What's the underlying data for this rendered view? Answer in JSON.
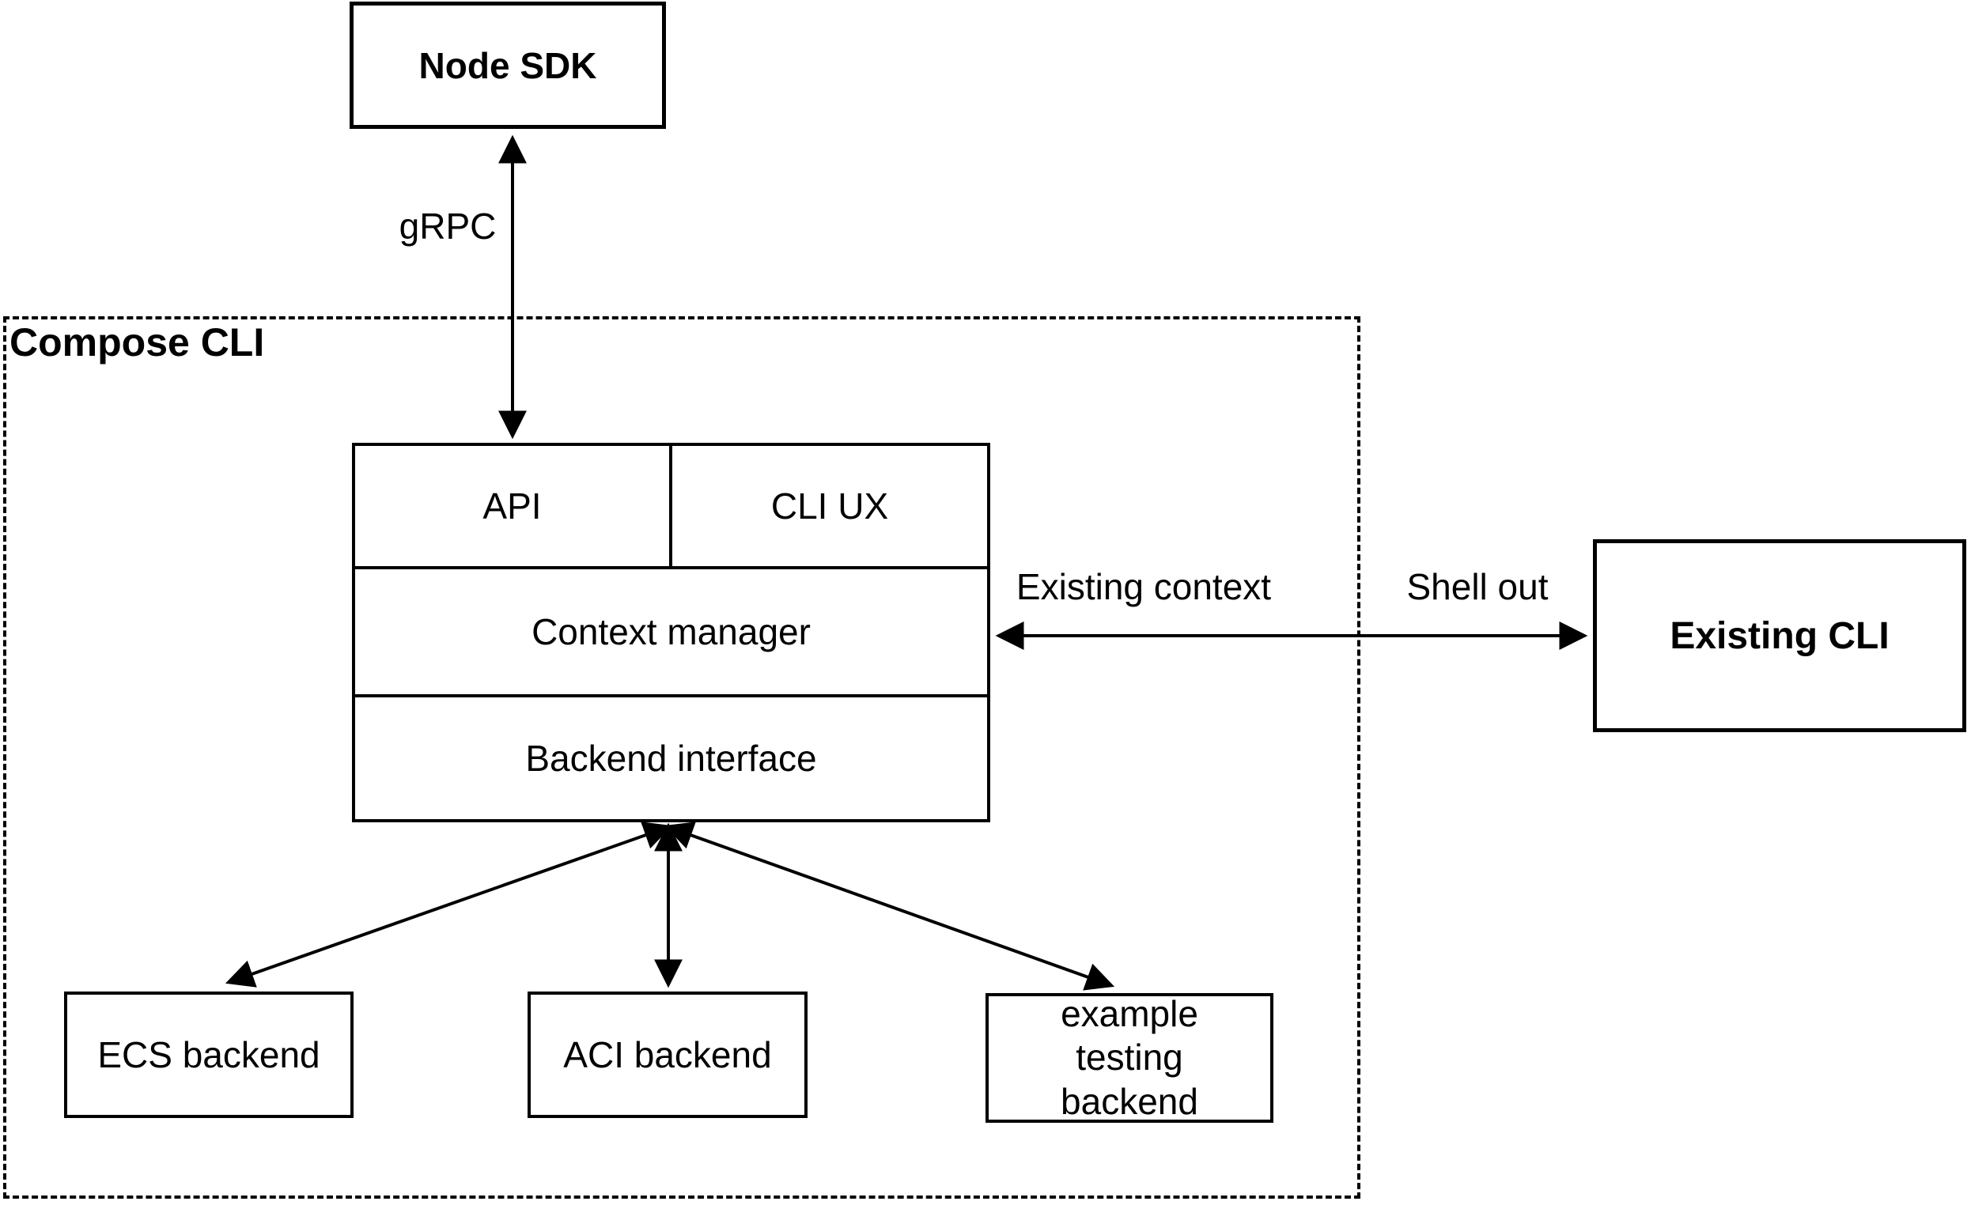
{
  "diagram": {
    "background_color": "#ffffff",
    "stroke_color": "#000000",
    "text_color": "#000000",
    "container": {
      "label": "Compose CLI",
      "style": "dashed-border"
    },
    "nodes": {
      "node_sdk": {
        "label": "Node SDK",
        "emphasis": "bold"
      },
      "api": {
        "label": "API"
      },
      "cli_ux": {
        "label": "CLI UX"
      },
      "context_manager": {
        "label": "Context manager"
      },
      "backend_interface": {
        "label": "Backend interface"
      },
      "existing_cli": {
        "label": "Existing CLI",
        "emphasis": "bold"
      },
      "ecs_backend": {
        "label": "ECS backend"
      },
      "aci_backend": {
        "label": "ACI backend"
      },
      "example_testing_backend": {
        "label": "example testing backend"
      }
    },
    "edge_labels": {
      "grpc": "gRPC",
      "existing_context": "Existing context",
      "shell_out": "Shell out"
    },
    "edges": [
      {
        "from": "node_sdk",
        "to": "api",
        "label": "gRPC",
        "direction": "bidirectional"
      },
      {
        "from": "context_manager",
        "to": "existing_cli",
        "labels": [
          "Existing context",
          "Shell out"
        ],
        "direction": "bidirectional"
      },
      {
        "from": "backend_interface",
        "to": "ecs_backend",
        "direction": "bidirectional"
      },
      {
        "from": "backend_interface",
        "to": "aci_backend",
        "direction": "bidirectional"
      },
      {
        "from": "backend_interface",
        "to": "example_testing_backend",
        "direction": "bidirectional"
      }
    ]
  }
}
